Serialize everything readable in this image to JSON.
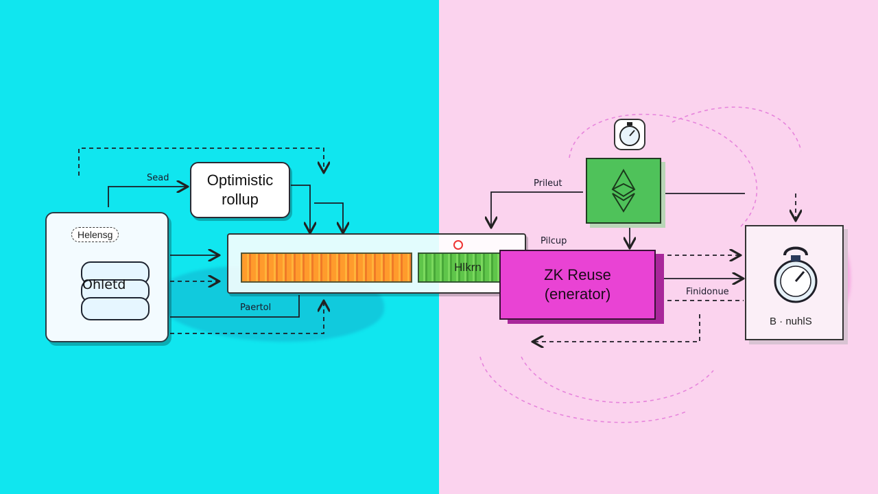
{
  "diagram": {
    "left_title": [
      "Optimistic",
      "rollup"
    ],
    "left_db_pill": "Helensg",
    "left_db_label": "Ohletd",
    "label_send": "Sead",
    "label_bottom_left": "Paertol",
    "progress_green_label": "Hlkrn",
    "right_title": [
      "ZK Reuse",
      "(enerator)"
    ],
    "label_product": "Prileut",
    "label_pickup": "Pilcup",
    "label_finalize": "Finidonue",
    "clock_label": "B · nuhlS",
    "icons": {
      "ethereum": "ethereum-icon",
      "stopwatch_top": "stopwatch-icon",
      "stopwatch_box": "stopwatch-icon"
    },
    "colors": {
      "left_bg": "#10e6ef",
      "right_bg": "#fbd3ee",
      "orange": "#ff9b2c",
      "green": "#5fc54a",
      "magenta": "#e943d4"
    }
  }
}
